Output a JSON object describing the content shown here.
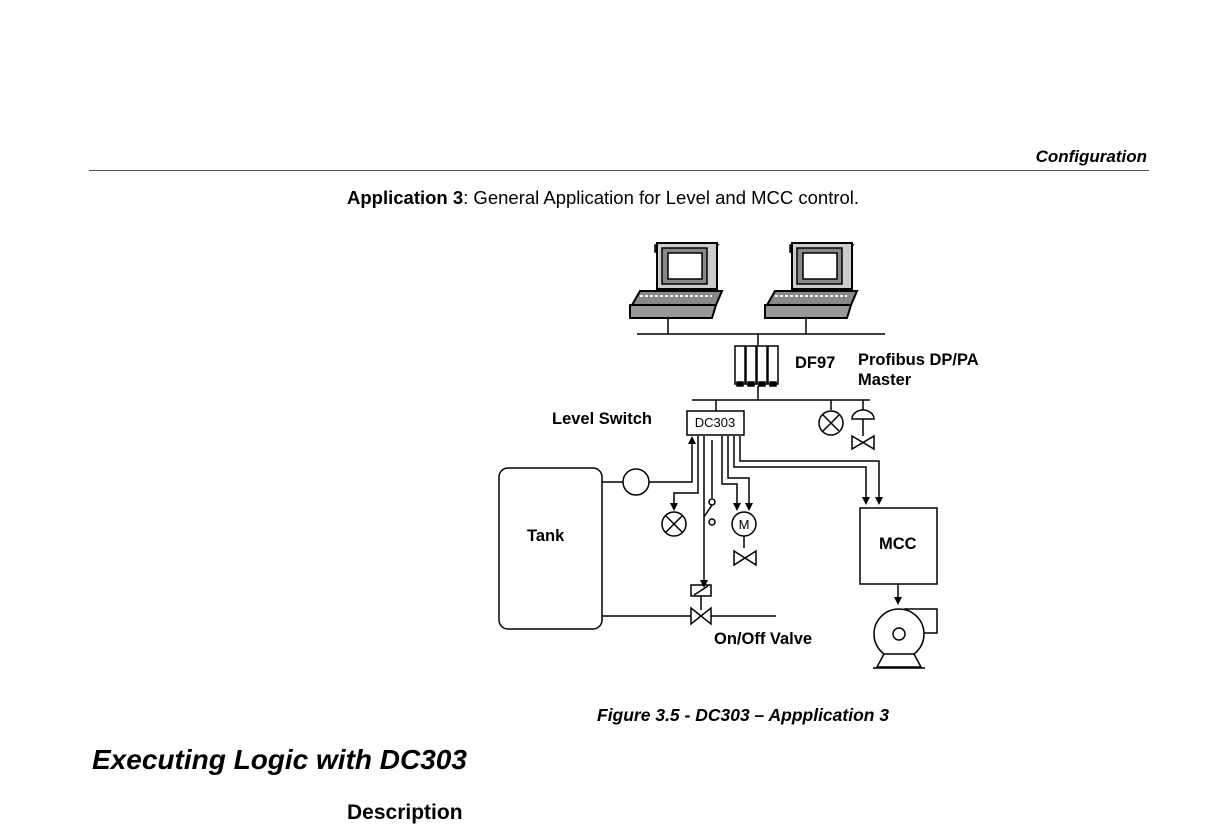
{
  "header": {
    "section_title": "Configuration"
  },
  "application": {
    "label": "Application 3",
    "description": ": General Application for Level and MCC control."
  },
  "diagram": {
    "labels": {
      "df97": "DF97",
      "profibus_line1": "Profibus DP/PA",
      "profibus_line2": "Master",
      "level_switch": "Level Switch",
      "dc303": "DC303",
      "tank": "Tank",
      "mcc": "MCC",
      "motor_symbol": "M",
      "onoff_valve": "On/Off Valve"
    }
  },
  "figure_caption": "Figure 3.5 - DC303 – Appplication 3",
  "section_heading": "Executing Logic with DC303",
  "subsection_heading": "Description"
}
